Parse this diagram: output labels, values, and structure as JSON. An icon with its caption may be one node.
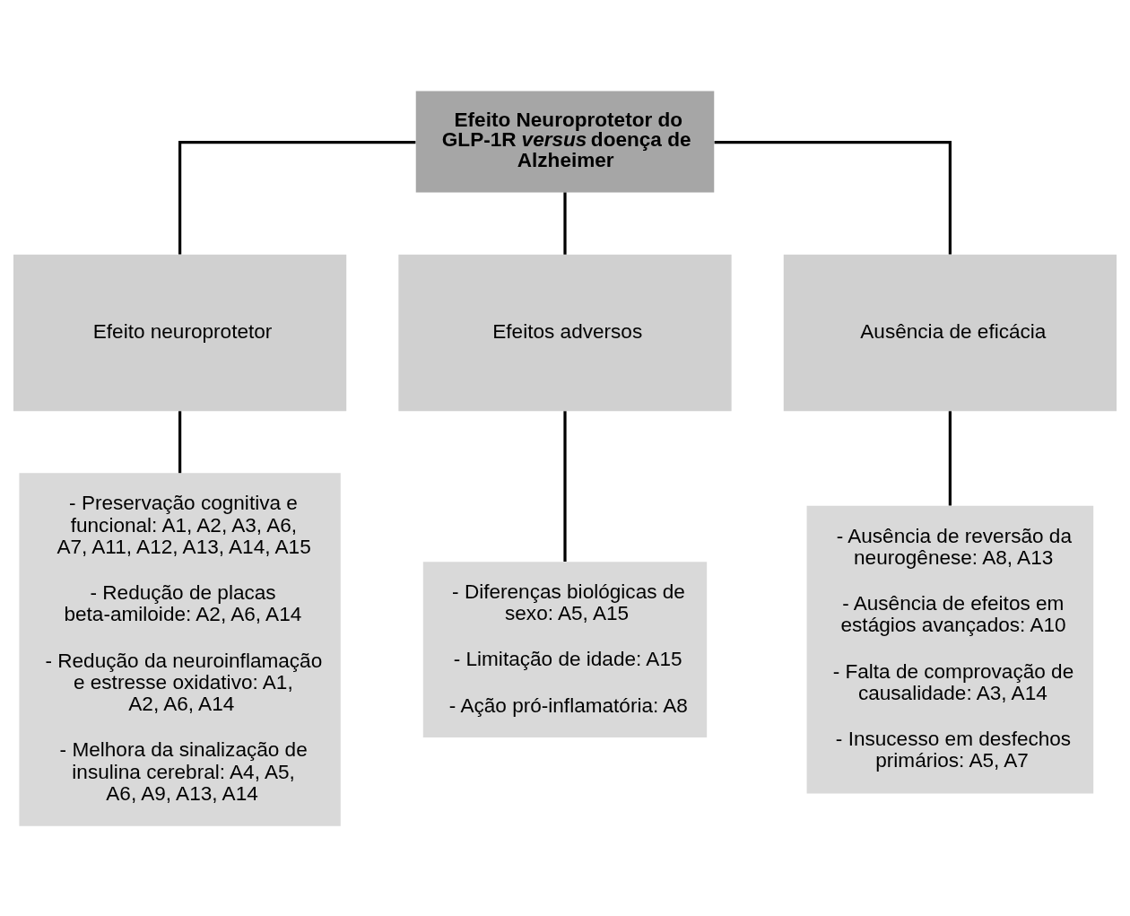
{
  "diagram": {
    "nodes": [
      {
        "text": [
          "Efeito Neuroprotetor do GLP-1R *versus* doença de Alzheimer"
        ]
      },
      {
        "text": [
          "Efeito neuroprotetor"
        ]
      },
      {
        "text": [
          "Efeitos adversos"
        ]
      },
      {
        "text": [
          "Ausência de eficácia"
        ]
      },
      {
        "text": [
          "- Preservação cognitiva e funcional: A1, A2, A3, A6, A7, A11, A12, A13, A14, A15",
          "- Redução de placas beta-amiloide: A2, A6, A14",
          "- Redução da neuroinflamação e estresse oxidativo: A1, A2, A6, A14",
          "- Melhora da sinalização de insulina cerebral: A4, A5, A6, A9, A13, A14"
        ]
      },
      {
        "text": [
          "- Diferenças biológicas de sexo: A5, A15",
          "- Limitação de idade: A15",
          "- Ação pró-inflamatória: A8"
        ]
      },
      {
        "text": [
          "- Ausência de reversão da neurogênese: A8, A13",
          "- Ausência de efeitos em estágios avançados: A10",
          "- Falta de comprovação de causalidade: A3, A14",
          "- Insucesso em desfechos primários: A5, A7"
        ]
      }
    ],
    "edges": [
      {
        "from": 0,
        "to": 1,
        "arrow": "none"
      },
      {
        "from": 0,
        "to": 2,
        "arrow": "none"
      },
      {
        "from": 0,
        "to": 3,
        "arrow": "none"
      },
      {
        "from": 1,
        "to": 4,
        "arrow": "none"
      },
      {
        "from": 2,
        "to": 5,
        "arrow": "none"
      },
      {
        "from": 3,
        "to": 6,
        "arrow": "none"
      }
    ]
  }
}
